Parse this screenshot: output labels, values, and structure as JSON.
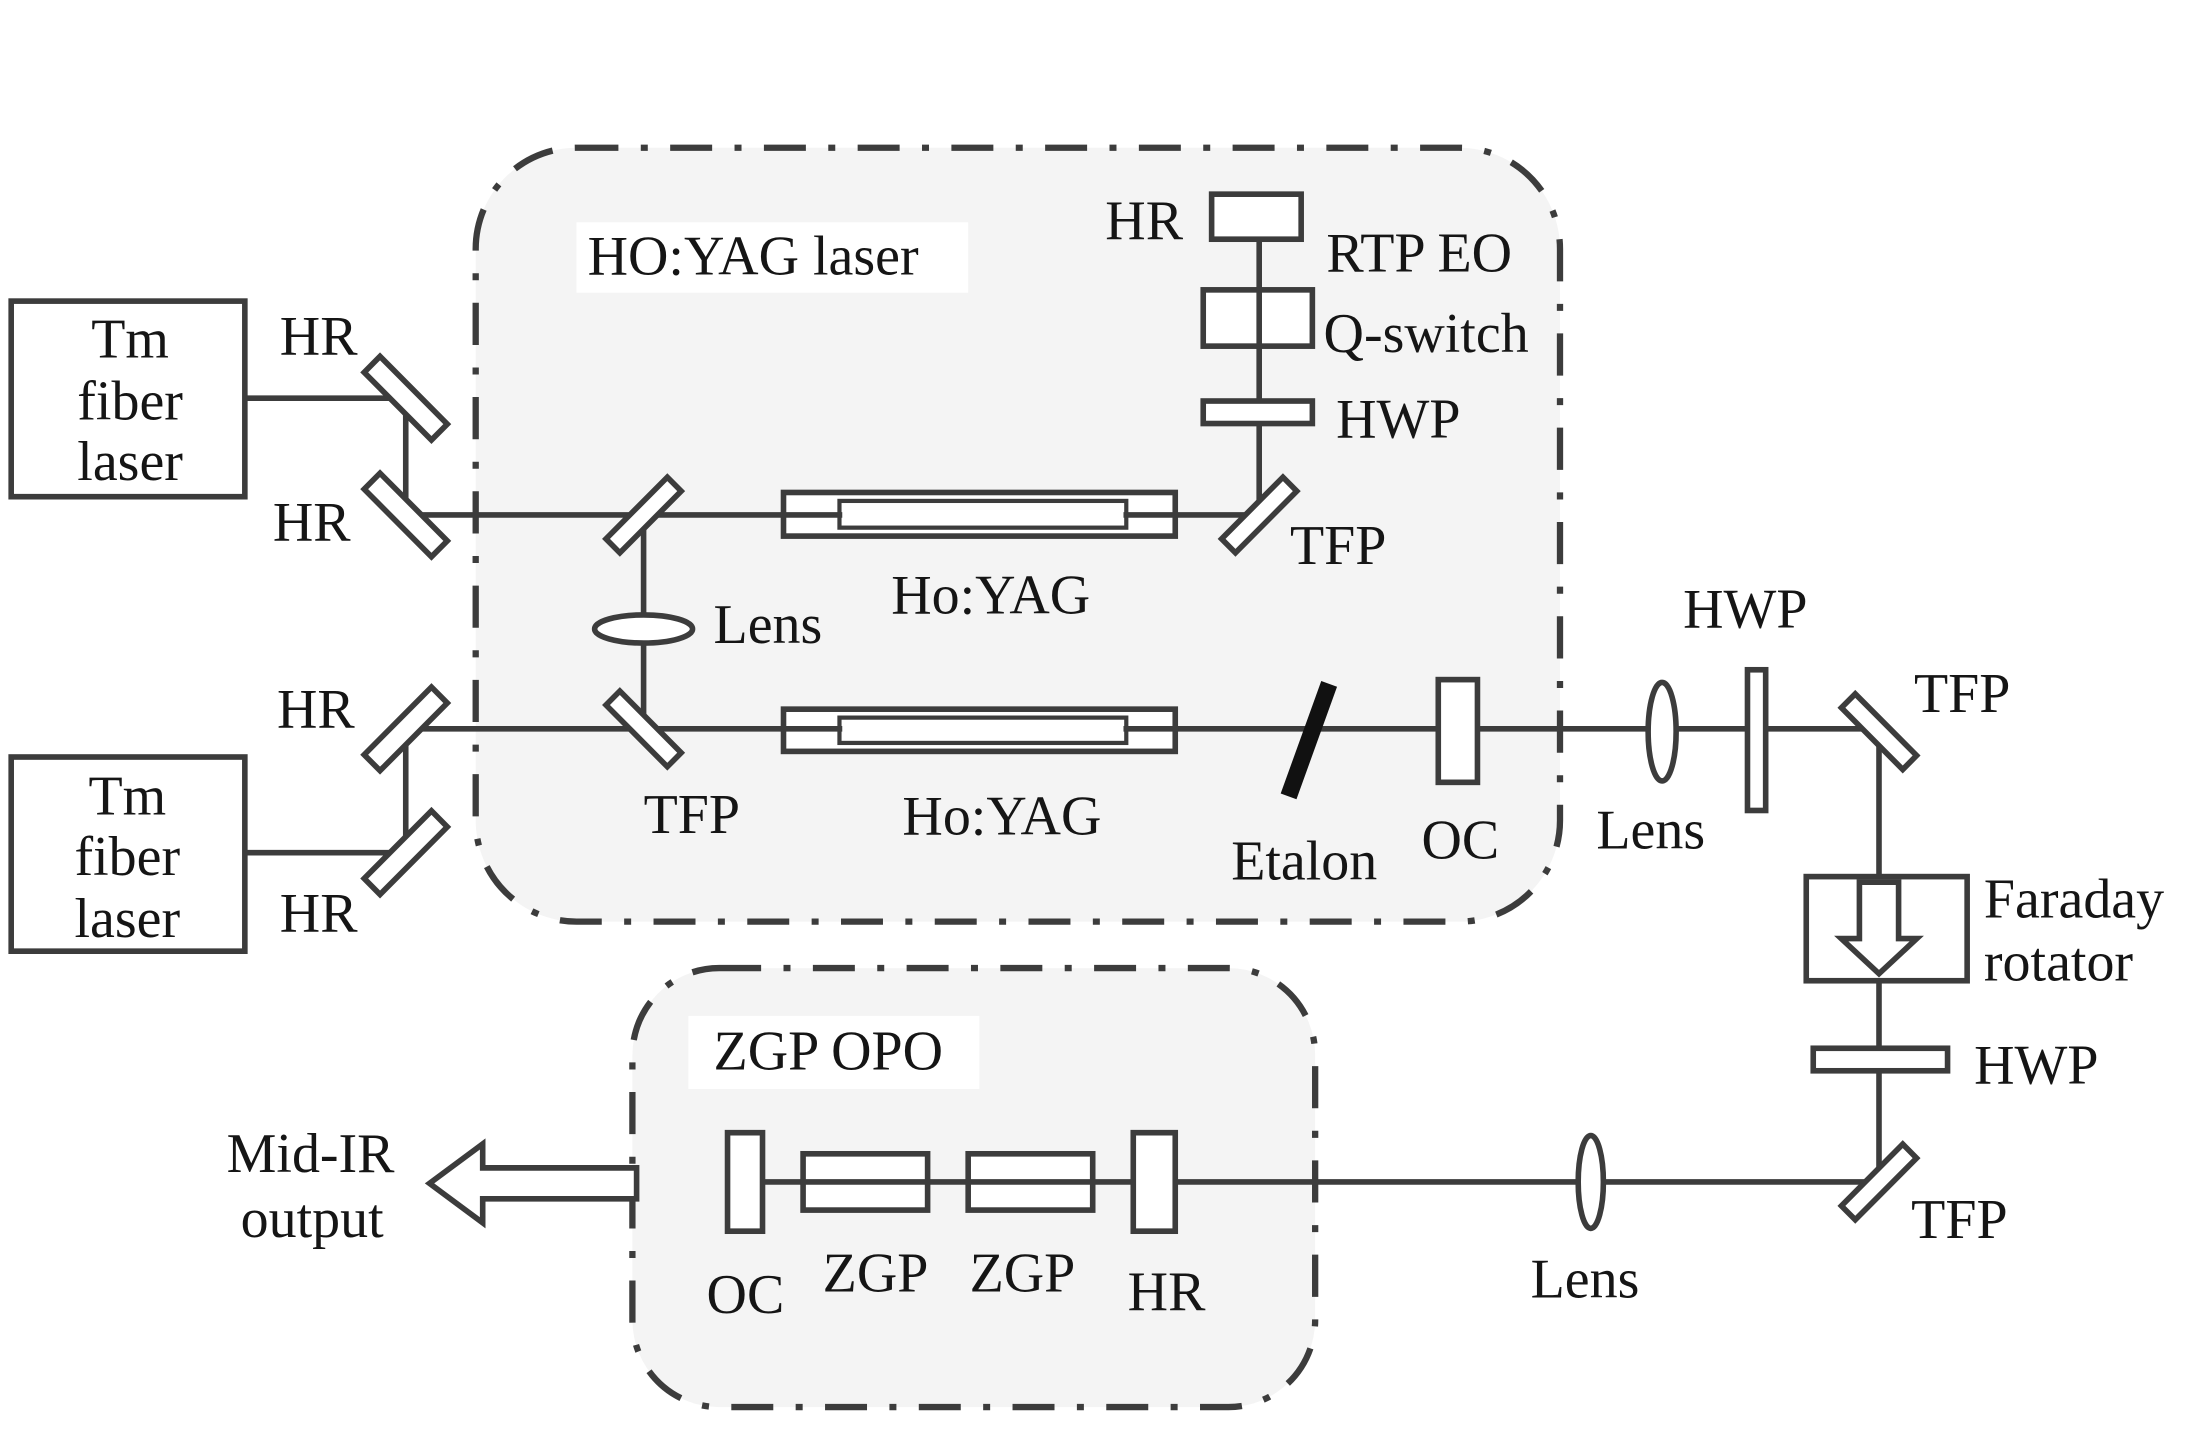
{
  "tm_lasers": [
    {
      "lines": [
        "Tm",
        "fiber",
        "laser"
      ]
    },
    {
      "lines": [
        "Tm",
        "fiber",
        "laser"
      ]
    }
  ],
  "input_mirrors": [
    "HR",
    "HR",
    "HR",
    "HR"
  ],
  "ho_yag_laser": {
    "label": "HO:YAG laser",
    "back_mirror": "HR",
    "q_switch": [
      "RTP EO",
      "Q-switch"
    ],
    "waveplate": "HWP",
    "tfp_upper": "TFP",
    "lens": "Lens",
    "crystal_upper": "Ho:YAG",
    "tfp_lower": "TFP",
    "crystal_lower": "Ho:YAG",
    "etalon": "Etalon",
    "output_coupler": "OC"
  },
  "beam_path": {
    "waveplate_1": "HWP",
    "lens_1": "Lens",
    "tfp_1": "TFP",
    "faraday_rotator": [
      "Faraday",
      "rotator"
    ],
    "waveplate_2": "HWP",
    "tfp_2": "TFP",
    "lens_2": "Lens"
  },
  "zgp_opo": {
    "label": "ZGP OPO",
    "output_coupler": "OC",
    "crystals": [
      "ZGP",
      "ZGP"
    ],
    "back_mirror": "HR"
  },
  "output": [
    "Mid-IR",
    "output"
  ],
  "colors": {
    "line": "#3c3c3c",
    "enclosure_fill": "#f4f4f4",
    "label_bg": "#ffffff",
    "etalon": "#111111"
  }
}
